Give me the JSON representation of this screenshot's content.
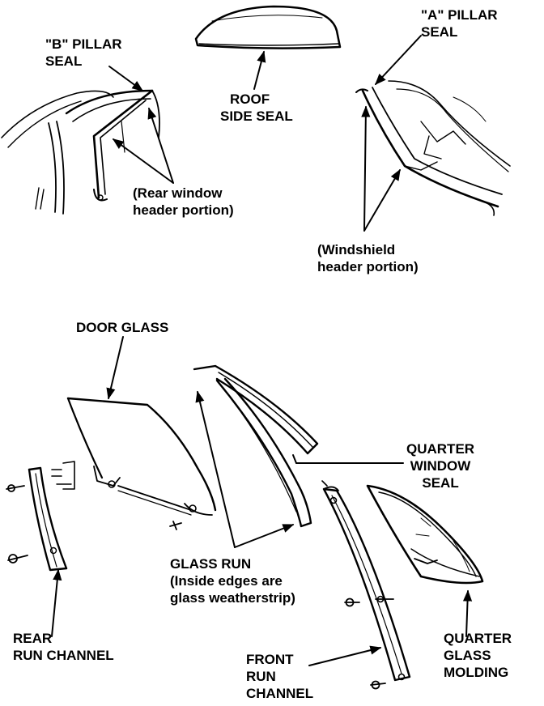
{
  "labels": {
    "b_pillar_seal": [
      "\"B\" PILLAR",
      "SEAL"
    ],
    "roof_side_seal": [
      "ROOF",
      "SIDE SEAL"
    ],
    "a_pillar_seal": [
      "\"A\" PILLAR",
      "SEAL"
    ],
    "rear_window_header": [
      "(Rear window",
      "header portion)"
    ],
    "windshield_header": [
      "(Windshield",
      "header portion)"
    ],
    "door_glass": [
      "DOOR GLASS"
    ],
    "quarter_window_seal": [
      "QUARTER",
      "WINDOW",
      "SEAL"
    ],
    "glass_run": [
      "GLASS RUN",
      "(Inside edges are",
      "glass weatherstrip)"
    ],
    "rear_run_channel": [
      "REAR",
      "RUN CHANNEL"
    ],
    "front_run_channel": [
      "FRONT",
      "RUN",
      "CHANNEL"
    ],
    "quarter_glass_molding": [
      "QUARTER",
      "GLASS",
      "MOLDING"
    ]
  },
  "colors": {
    "ink": "#000000",
    "paper": "#ffffff"
  }
}
